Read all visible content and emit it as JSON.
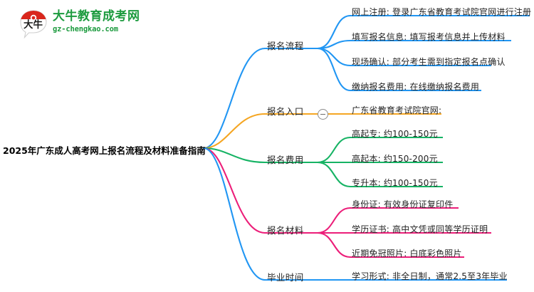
{
  "logo": {
    "mark_icon": "bull-speech-bubble-logo-icon",
    "brand_cn": "大牛教育成考网",
    "brand_url": "gz-chengkao.com",
    "brand_color": "#1d9b3f",
    "mark_accent_color": "#d9261c"
  },
  "mindmap": {
    "root": {
      "label": "2025年广东成人高考网上报名流程及材料准备指南"
    },
    "branches": [
      {
        "label": "报名流程",
        "color": "#2196f3",
        "collapse_toggle": false,
        "children": [
          {
            "label": "网上注册: 登录广东省教育考试院官网进行注册"
          },
          {
            "label": "填写报名信息: 填写报考信息并上传材料"
          },
          {
            "label": "现场确认: 部分考生需到指定报名点确认"
          },
          {
            "label": "缴纳报名费用: 在线缴纳报名费用"
          }
        ]
      },
      {
        "label": "报名入口",
        "color": "#f5a623",
        "collapse_toggle": true,
        "collapse_icon": "collapse-minus-icon",
        "children": [
          {
            "label": "广东省教育考试院官网:"
          }
        ]
      },
      {
        "label": "报名费用",
        "color": "#16b364",
        "collapse_toggle": false,
        "children": [
          {
            "label": "高起专: 约100-150元"
          },
          {
            "label": "高起本: 约150-200元"
          },
          {
            "label": "专升本: 约100-150元"
          }
        ]
      },
      {
        "label": "报名材料",
        "color": "#ec1e79",
        "collapse_toggle": false,
        "children": [
          {
            "label": "身份证: 有效身份证复印件"
          },
          {
            "label": "学历证书: 高中文凭或同等学历证明"
          },
          {
            "label": "近期免冠照片: 白底彩色照片"
          }
        ]
      },
      {
        "label": "毕业时间",
        "color": "#2196f3",
        "collapse_toggle": false,
        "children": [
          {
            "label": "学习形式: 非全日制，通常2.5至3年毕业"
          }
        ]
      }
    ]
  }
}
